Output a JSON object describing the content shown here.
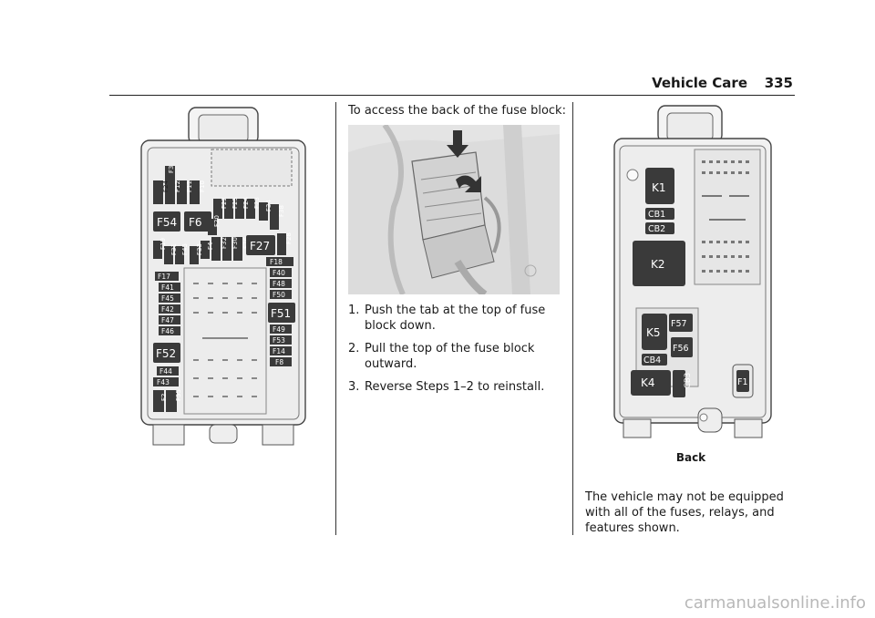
{
  "header": {
    "section": "Vehicle Care",
    "page": "335"
  },
  "front_fuse_block": {
    "small_fuses": [
      "F24",
      "F12",
      "F11",
      "F10",
      "F3",
      "F22",
      "F25",
      "F24",
      "F23",
      "F34",
      "F38",
      "F20",
      "F19",
      "F31",
      "F45",
      "F33",
      "F4",
      "F32",
      "F30",
      "F26",
      "F28",
      "F18",
      "F40",
      "F48",
      "F50",
      "F17",
      "F41",
      "F45",
      "F42",
      "F47",
      "F46",
      "F49",
      "F53",
      "F14",
      "F8",
      "F44",
      "F43",
      "F2",
      "F55"
    ],
    "large_fuses": [
      "F54",
      "F6",
      "F27",
      "F51",
      "F52"
    ]
  },
  "middle_column": {
    "intro": "To access the back of the fuse block:",
    "steps": [
      {
        "num": "1.",
        "text": "Push the tab at the top of fuse block down."
      },
      {
        "num": "2.",
        "text": "Pull the top of the fuse block outward."
      },
      {
        "num": "3.",
        "text": "Reverse Steps 1–2 to reinstall."
      }
    ]
  },
  "back_fuse_block": {
    "caption": "Back",
    "relays": [
      "K1",
      "K2",
      "K5",
      "K4"
    ],
    "circuit_breakers": [
      "CB1",
      "CB2",
      "CB4",
      "CB3"
    ],
    "fuses": [
      "F57",
      "F56",
      "F1"
    ]
  },
  "right_column": {
    "note": "The vehicle may not be equipped with all of the fuses, relays, and features shown."
  },
  "watermark": "carmanualsonline.info"
}
